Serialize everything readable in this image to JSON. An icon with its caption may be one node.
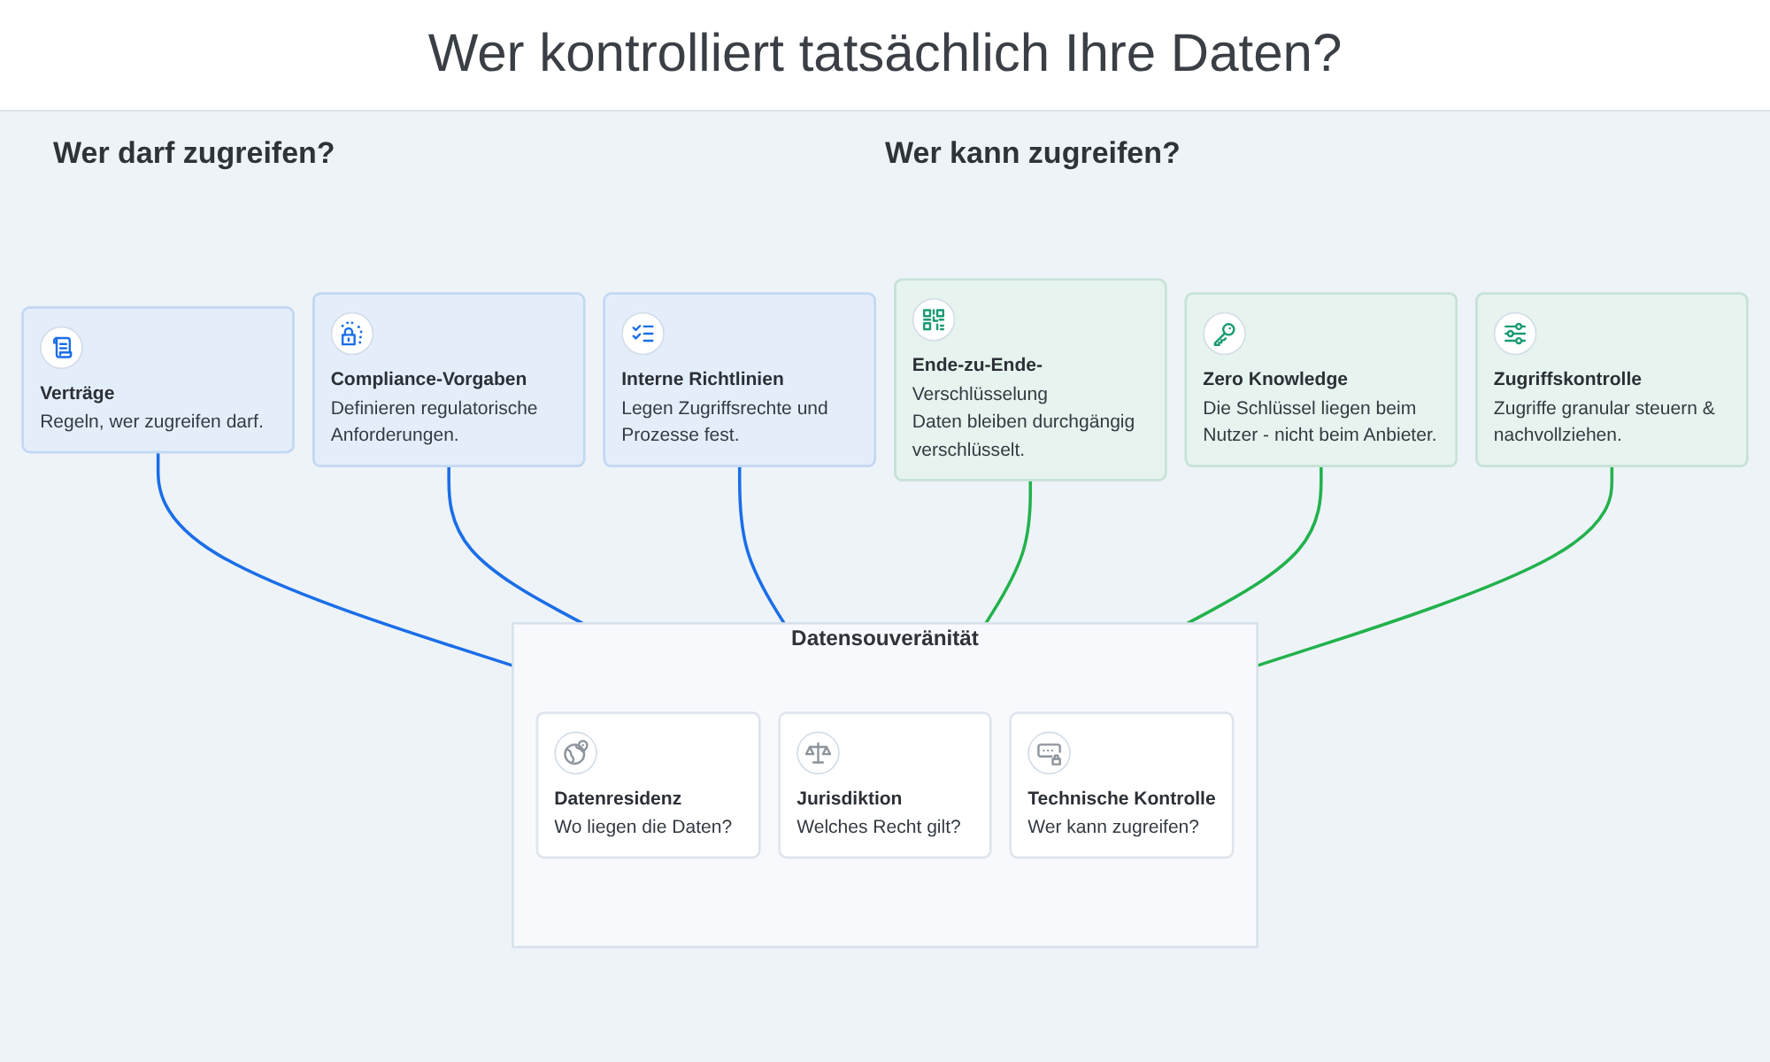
{
  "diagram": {
    "title": "Wer kontrolliert tatsächlich Ihre Daten?",
    "nodes": [
      {
        "text": [
          "Verträge",
          "Regeln, wer zugreifen darf."
        ]
      },
      {
        "text": [
          "Compliance-Vorgaben",
          "Definieren regulatorische Anforderungen."
        ]
      },
      {
        "text": [
          "Interne Richtlinien",
          "Legen Zugriffsrechte und Prozesse fest."
        ]
      },
      {
        "text": [
          "Ende-zu-Ende-Verschlüsselung",
          "Daten bleiben durchgängig verschlüsselt."
        ]
      },
      {
        "text": [
          "Zero Knowledge",
          "Die Schlüssel liegen beim Nutzer - nicht beim Anbieter."
        ]
      },
      {
        "text": [
          "Zugriffskontrolle",
          "Zugriffe granular steuern & nachvollziehen."
        ]
      },
      {
        "text": [
          "Datensouveränität"
        ]
      },
      {
        "text": [
          "Datenresidenz",
          "Wo liegen die Daten?"
        ],
        "in": 6
      },
      {
        "text": [
          "Jurisdiktion",
          "Welches Recht gilt?"
        ],
        "in": 6
      },
      {
        "text": [
          "Technische Kontrolle",
          "Wer kann zugreifen?"
        ],
        "in": 6
      }
    ],
    "edges": [
      {
        "from": 0,
        "to": 6,
        "arrow": "none",
        "color": "#1a6ee8"
      },
      {
        "from": 1,
        "to": 6,
        "arrow": "none",
        "color": "#1a6ee8"
      },
      {
        "from": 2,
        "to": 6,
        "arrow": "none",
        "color": "#1a6ee8"
      },
      {
        "from": 3,
        "to": 6,
        "arrow": "none",
        "color": "#22b24c"
      },
      {
        "from": 4,
        "to": 6,
        "arrow": "none",
        "color": "#22b24c"
      },
      {
        "from": 5,
        "to": 6,
        "arrow": "none",
        "color": "#22b24c"
      }
    ],
    "labels": [
      "Wer darf zugreifen?",
      "Wer kann zugreifen?"
    ]
  }
}
